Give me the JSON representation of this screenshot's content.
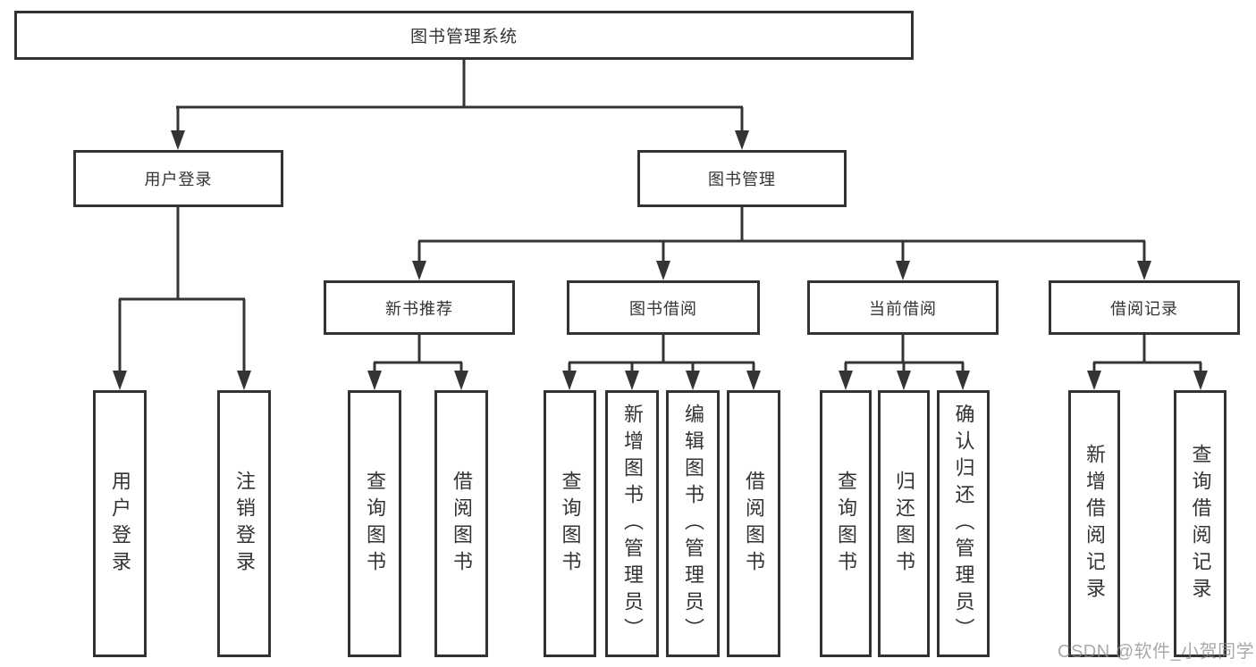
{
  "diagram": {
    "root": {
      "label": "图书管理系统"
    },
    "branches": [
      {
        "label": "用户登录",
        "children": [
          {
            "label": "用户登录"
          },
          {
            "label": "注销登录"
          }
        ]
      },
      {
        "label": "图书管理",
        "children": [
          {
            "label": "新书推荐",
            "children": [
              {
                "label": "查询图书"
              },
              {
                "label": "借阅图书"
              }
            ]
          },
          {
            "label": "图书借阅",
            "children": [
              {
                "label": "查询图书"
              },
              {
                "label": "新增图书（管理员）"
              },
              {
                "label": "编辑图书（管理员）"
              },
              {
                "label": "借阅图书"
              }
            ]
          },
          {
            "label": "当前借阅",
            "children": [
              {
                "label": "查询图书"
              },
              {
                "label": "归还图书"
              },
              {
                "label": "确认归还（管理员）"
              }
            ]
          },
          {
            "label": "借阅记录",
            "children": [
              {
                "label": "新增借阅记录"
              },
              {
                "label": "查询借阅记录"
              }
            ]
          }
        ]
      }
    ]
  },
  "watermark": "CSDN @软件_小贺同学",
  "colors": {
    "line": "#343434",
    "box_border": "#333333",
    "text": "#333333",
    "watermark": "#8c8c8c"
  }
}
